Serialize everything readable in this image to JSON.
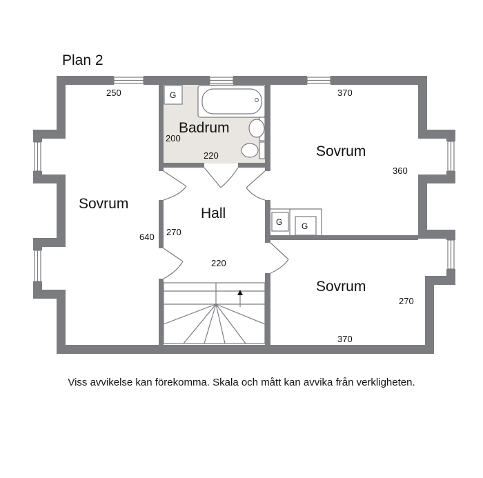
{
  "plan": {
    "title": "Plan 2",
    "disclaimer": "Viss avvikelse kan förekomma. Skala och mått kan avvika från verkligheten."
  },
  "rooms": {
    "badrum": "Badrum",
    "hall": "Hall",
    "sovrum_left": "Sovrum",
    "sovrum_top_right": "Sovrum",
    "sovrum_bottom_right": "Sovrum"
  },
  "dimensions": {
    "left_top": "250",
    "top_right": "370",
    "bath_side": "200",
    "bath_bottom": "220",
    "right_side": "360",
    "left_side": "640",
    "hall_side": "270",
    "hall_width": "220",
    "bottom_right_side": "270",
    "bottom_right_width": "370"
  },
  "closet_label": "G",
  "colors": {
    "wall": "#7a7c80",
    "bathroom_floor": "#e9e5e0"
  }
}
